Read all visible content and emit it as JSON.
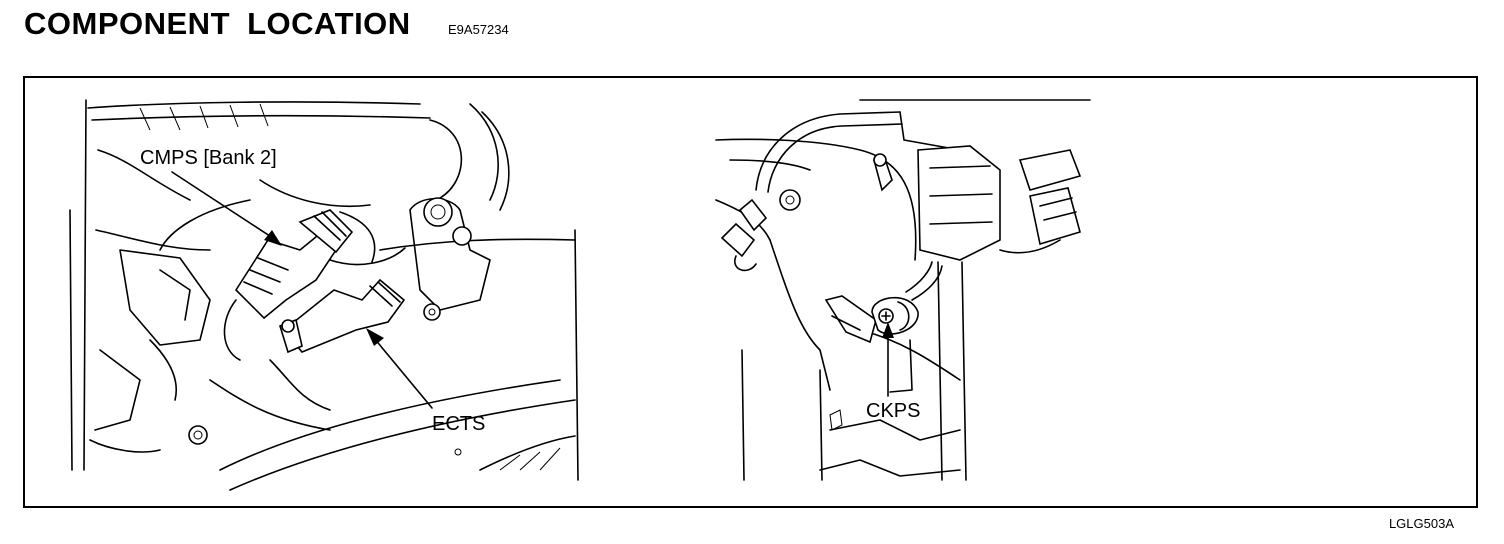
{
  "header": {
    "title": "COMPONENT LOCATION",
    "code": "E9A57234"
  },
  "footer": {
    "ref": "LGLG503A"
  },
  "left_view": {
    "labels": {
      "cmps": "CMPS [Bank 2]",
      "ects": "ECTS"
    }
  },
  "right_view": {
    "labels": {
      "ckps": "CKPS"
    }
  }
}
